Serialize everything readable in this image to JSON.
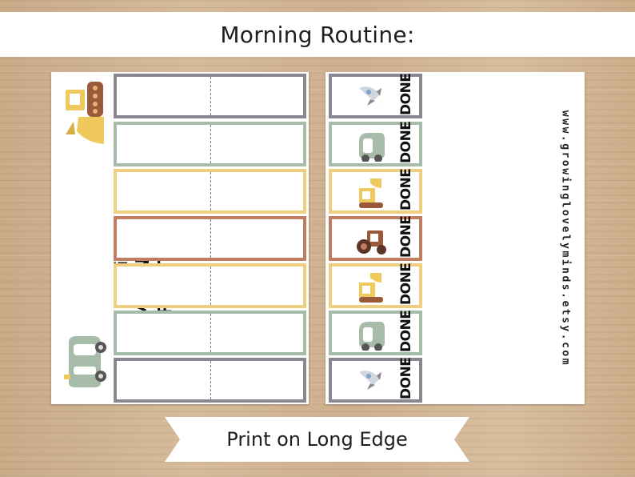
{
  "header": {
    "title": "Morning Routine:"
  },
  "chart_sheet": {
    "child_name": "Levi’s",
    "heading": "MORNING ROUTINE",
    "task_rows": [
      {
        "border_color": "#8a8790"
      },
      {
        "border_color": "#a7bba9"
      },
      {
        "border_color": "#efce80"
      },
      {
        "border_color": "#c17d5f"
      },
      {
        "border_color": "#efce80"
      },
      {
        "border_color": "#a7bba9"
      },
      {
        "border_color": "#8a8790"
      }
    ]
  },
  "done_sheet": {
    "tabs": [
      {
        "label": "DONE",
        "icon": "rocket-icon",
        "border_color": "#8a8790"
      },
      {
        "label": "DONE",
        "icon": "car-icon",
        "border_color": "#a7bba9"
      },
      {
        "label": "DONE",
        "icon": "digger-icon",
        "border_color": "#efce80"
      },
      {
        "label": "DONE",
        "icon": "tractor-icon",
        "border_color": "#c17d5f"
      },
      {
        "label": "DONE",
        "icon": "digger-icon",
        "border_color": "#efce80"
      },
      {
        "label": "DONE",
        "icon": "car-icon",
        "border_color": "#a7bba9"
      },
      {
        "label": "DONE",
        "icon": "rocket-icon",
        "border_color": "#8a8790"
      }
    ],
    "website": "www.growinglovelyminds.etsy.com"
  },
  "footer": {
    "instruction": "Print on Long Edge"
  }
}
